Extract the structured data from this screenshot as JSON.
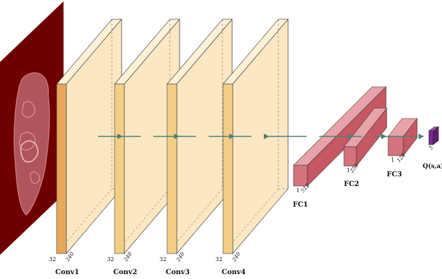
{
  "input": {
    "name": "input-image"
  },
  "conv_layers": [
    {
      "label": "Conv1",
      "depth": "32",
      "size": "240"
    },
    {
      "label": "Conv2",
      "depth": "32",
      "size": "240"
    },
    {
      "label": "Conv3",
      "depth": "32",
      "size": "240"
    },
    {
      "label": "Conv4",
      "depth": "32",
      "size": "240"
    }
  ],
  "fc_layers": [
    {
      "label": "FC1",
      "width": "1",
      "size": "512"
    },
    {
      "label": "FC2",
      "width": "1",
      "size": "256"
    },
    {
      "label": "FC3",
      "width": "1",
      "size": "128"
    }
  ],
  "output": {
    "label": "Q(s,a)",
    "size": "3"
  },
  "colors": {
    "conv_face": "#fbe8c2",
    "conv_side": "#f7dca9",
    "conv_top": "#fdf1d8",
    "conv_front_strip": "#f3cf86",
    "fc_face": "#d4737d",
    "fc_top": "#e8a3aa",
    "fc_side": "#c65864",
    "output": "#7b2c93",
    "input_bg": "#6e0000",
    "arrow": "#4f7f7a"
  }
}
